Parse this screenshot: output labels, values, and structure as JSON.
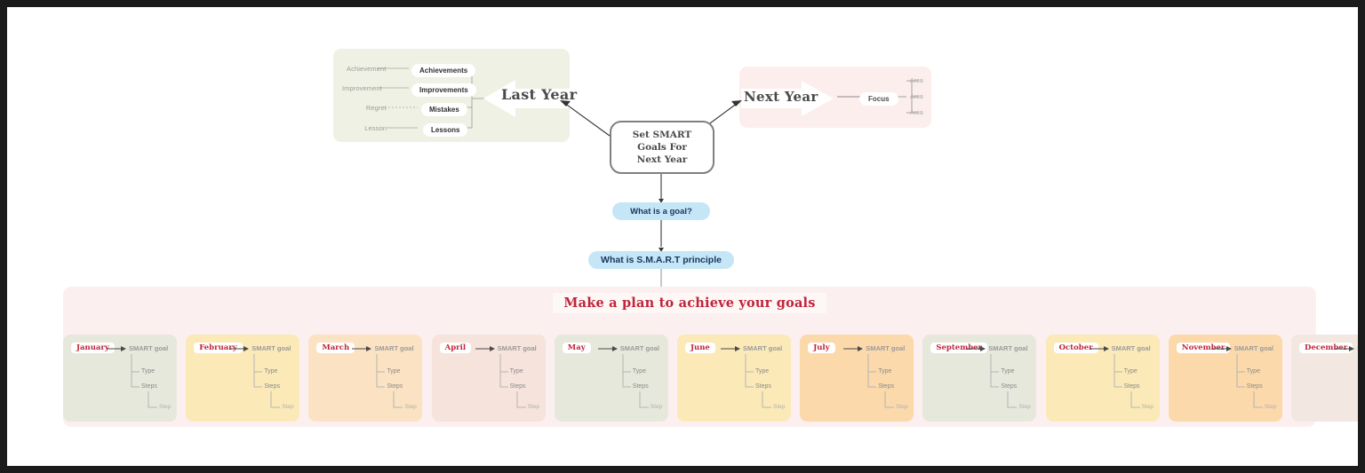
{
  "diagram": {
    "center_node": {
      "lines": [
        "Set SMART",
        "Goals For",
        "Next Year"
      ]
    },
    "last_year": {
      "arrow_label": "Last Year",
      "rows": [
        {
          "source": "Achievement",
          "node": "Achievements"
        },
        {
          "source": "Improvement",
          "node": "Improvements"
        },
        {
          "source": "Regret",
          "node": "Mistakes"
        },
        {
          "source": "Lesson",
          "node": "Lessons"
        }
      ]
    },
    "next_year": {
      "arrow_label": "Next Year",
      "focus": "Focus",
      "areas": [
        "Area",
        "Area",
        "Area"
      ]
    },
    "questions": [
      {
        "label": "What is a goal?"
      },
      {
        "label": "What is S.M.A.R.T principle"
      }
    ],
    "plan": {
      "title": "Make a plan to achieve your goals",
      "node_labels": {
        "goal": "SMART goal",
        "type": "Type",
        "steps": "Steps",
        "step": "Step"
      },
      "months": [
        {
          "name": "January",
          "color": "#e7e8dc"
        },
        {
          "name": "February",
          "color": "#fbeab7"
        },
        {
          "name": "March",
          "color": "#fbe2c2"
        },
        {
          "name": "April",
          "color": "#f6e3dc"
        },
        {
          "name": "May",
          "color": "#e7e8dc"
        },
        {
          "name": "June",
          "color": "#fbeab7"
        },
        {
          "name": "July",
          "color": "#fbd9ab"
        },
        {
          "name": "September",
          "color": "#e7e8dc"
        },
        {
          "name": "October",
          "color": "#fbeab7"
        },
        {
          "name": "November",
          "color": "#fbd9ab"
        },
        {
          "name": "December",
          "color": "#f2e7e1"
        }
      ]
    }
  },
  "colors": {
    "accent_red": "#c0253a",
    "blue_pill": "#c5e6f7",
    "green_panel": "#eef1e3",
    "pink_panel": "#fceeec",
    "plan_panel": "#fceff0"
  }
}
